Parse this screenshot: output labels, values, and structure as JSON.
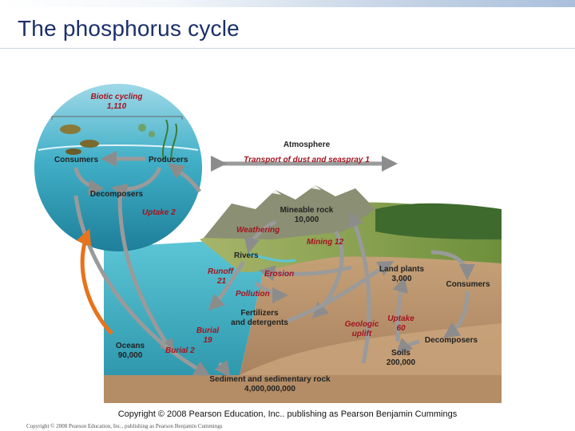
{
  "slide": {
    "title": "The phosphorus cycle",
    "copyright_main": "Copyright © 2008 Pearson Education, Inc.. publishing as Pearson Benjamin Cummings",
    "copyright_small": "Copyright © 2008 Pearson Education, Inc., publishing as Pearson Benjamin Cummings"
  },
  "labels": {
    "biotic_cycling": "Biotic cycling",
    "biotic_value": "1,110",
    "consumers_aquatic": "Consumers",
    "producers": "Producers",
    "decomposers_aquatic": "Decomposers",
    "uptake_aquatic": "Uptake 2",
    "atmosphere": "Atmosphere",
    "transport": "Transport of dust and seaspray 1",
    "mineable_rock": "Mineable rock",
    "mineable_value": "10,000",
    "weathering": "Weathering",
    "mining": "Mining 12",
    "rivers": "Rivers",
    "runoff": "Runoff",
    "runoff_value": "21",
    "erosion": "Erosion",
    "pollution": "Pollution",
    "fertilizers_1": "Fertilizers",
    "fertilizers_2": "and detergents",
    "land_plants": "Land plants",
    "land_plants_value": "3,000",
    "consumers_land": "Consumers",
    "geologic_1": "Geologic",
    "geologic_2": "uplift",
    "uptake_land": "Uptake",
    "uptake_land_value": "60",
    "decomposers_land": "Decomposers",
    "soils": "Soils",
    "soils_value": "200,000",
    "burial_upper": "Burial",
    "burial_upper_value": "19",
    "burial_lower": "Burial 2",
    "oceans": "Oceans",
    "oceans_value": "90,000",
    "sediment": "Sediment and sedimentary rock",
    "sediment_value": "4,000,000,000"
  },
  "colors": {
    "title": "#1b2f6b",
    "flux_label": "#a3141e",
    "arrow": "#9a9a9a",
    "orange_arrow": "#e8731c",
    "ocean": "#49b8c9",
    "land": "#8fa64a"
  }
}
